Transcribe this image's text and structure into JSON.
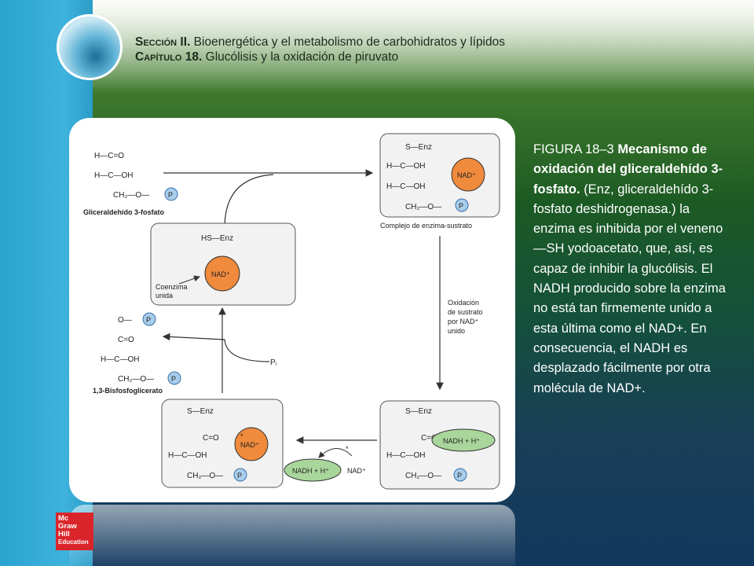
{
  "header": {
    "section_prefix": "Sección II.",
    "section_text": "Bioenergética y el metabolismo de carbohidratos y lípidos",
    "chapter_prefix": "Capítulo 18.",
    "chapter_text": "Glucólisis y la oxidación de piruvato"
  },
  "caption": {
    "figure_label": "FIGURA 18‒3",
    "title": "Mecanismo de oxidación del gliceraldehído 3-fosfato.",
    "body": "(Enz, gliceraldehído 3-fosfato deshidrogenasa.) la enzima es inhibida por el veneno —SH yodoacetato, que, así, es capaz de inhibir la glucólisis. El NADH producido sobre la enzima no está tan firmemente unido a esta última como el NAD+. En consecuencia, el NADH es desplazado fácilmente por otra molécula de NAD+."
  },
  "brand": {
    "line1": "Mc",
    "line2": "Graw",
    "line3": "Hill",
    "line4": "Education"
  },
  "diagram": {
    "substrate_label": "Gliceraldehído 3-fosfato",
    "complex_label": "Complejo de enzima-sustrato",
    "product_label": "1,3-Bisfosfoglicerato",
    "coenzyme_label_1": "Coenzima",
    "coenzyme_label_2": "unida",
    "oxidation_1": "Oxidación",
    "oxidation_2": "de sustrato",
    "oxidation_3": "por NAD⁺",
    "oxidation_4": "unido",
    "pi": "Pᵢ",
    "nad": "NAD⁺",
    "nadh": "NADH + H⁺",
    "p": "P",
    "hs_enz": "HS—Enz",
    "s_enz": "S—Enz",
    "h_c_o": "H—C=O",
    "h_c_oh": "H—C—OH",
    "ch2_o": "CH₂—O—",
    "c_o": "C=O",
    "o_dash": "O—",
    "star": "*"
  },
  "colors": {
    "nad_orange": "#f08a3c",
    "nadh_green": "#a9d69a",
    "phosphate_blue": "#a8cdeb"
  }
}
